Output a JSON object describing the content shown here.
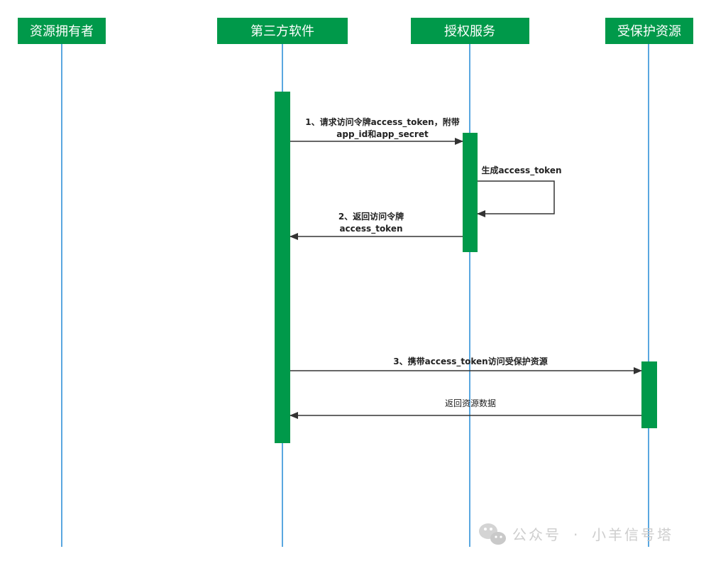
{
  "diagram": {
    "actors": [
      {
        "id": "owner",
        "label": "资源拥有者"
      },
      {
        "id": "client",
        "label": "第三方软件"
      },
      {
        "id": "auth",
        "label": "授权服务"
      },
      {
        "id": "resource",
        "label": "受保护资源"
      }
    ],
    "messages": [
      {
        "id": "msg1",
        "line1": "1、请求访问令牌access_token，附带",
        "line2": "app_id和app_secret"
      },
      {
        "id": "msg-self",
        "line1": "生成access_token"
      },
      {
        "id": "msg2",
        "line1": "2、返回访问令牌",
        "line2": "access_token"
      },
      {
        "id": "msg3",
        "line1": "3、携带access_token访问受保护资源"
      },
      {
        "id": "msg4",
        "line1": "返回资源数据"
      }
    ],
    "watermark": {
      "brand": "公众号",
      "name": "小羊信号塔"
    }
  },
  "colors": {
    "actor_fill": "#00994a",
    "lifeline": "#5aa7e0",
    "activation": "#00994a",
    "arrow": "#333333"
  }
}
